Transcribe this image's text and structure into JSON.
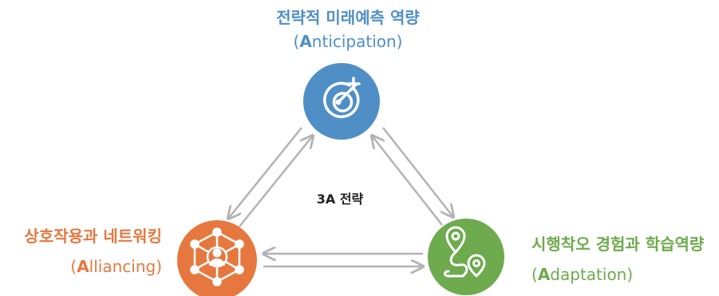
{
  "center": {
    "label": "3A 전략"
  },
  "nodes": {
    "top": {
      "title": "전략적 미래예측 역량",
      "sub_prefix": "(",
      "sub_initial": "A",
      "sub_rest": "nticipation)",
      "color": "#4f8fc6",
      "icon": "target-icon"
    },
    "left": {
      "title": "상호작용과 네트워킹",
      "sub_prefix": "(",
      "sub_initial": "A",
      "sub_rest": "lliancing)",
      "color": "#e6783f",
      "icon": "network-people-icon"
    },
    "right": {
      "title": "시행착오 경험과 학습역량",
      "sub_prefix": "(",
      "sub_initial": "A",
      "sub_rest": "daptation)",
      "color": "#6eaa4e",
      "icon": "route-pin-icon"
    }
  },
  "arrow_color": "#b3b3b3"
}
